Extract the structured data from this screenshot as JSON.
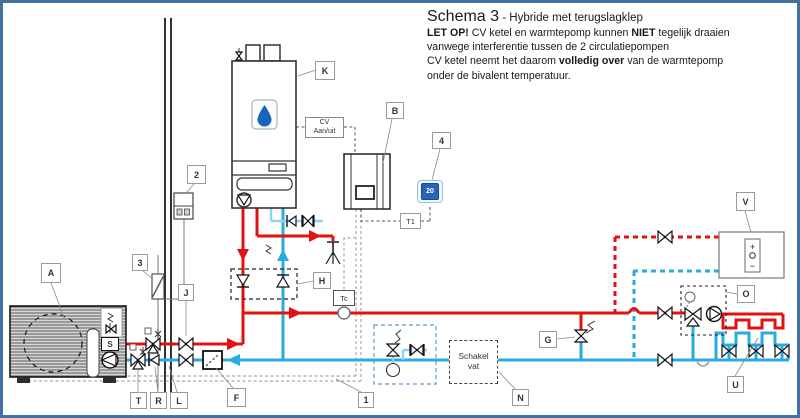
{
  "title": {
    "heading": "Schema 3",
    "subheading": " - Hybride met terugslagklep",
    "warning_bold_1": "LET OP!",
    "warning_text_1": " CV ketel en warmtepomp kunnen ",
    "warning_bold_2": "NIET",
    "warning_text_2": " tegelijk draaien",
    "line_2": "vanwege interferentie tussen de 2 circulatiepompen",
    "line_3_pre": "CV ketel neemt het daarom ",
    "line_3_bold": "volledig over",
    "line_3_post": " van de warmtepomp",
    "line_4": "onder de bivalent temperatuur."
  },
  "labels": {
    "A": "A",
    "B": "B",
    "F": "F",
    "G": "G",
    "H": "H",
    "J": "J",
    "K": "K",
    "L": "L",
    "N": "N",
    "O": "O",
    "R": "R",
    "S": "S",
    "T": "T",
    "U": "U",
    "V": "V",
    "n1": "1",
    "n2": "2",
    "n3": "3",
    "n4": "4",
    "T1": "T1",
    "Tc": "Tc"
  },
  "boxes": {
    "cv_switch_line1": "CV",
    "cv_switch_line2": "Aan/uit",
    "schakel_vat_line1": "Schakel",
    "schakel_vat_line2": "vat",
    "thermostat_value": "20"
  },
  "colors": {
    "supply_red": "#e01212",
    "return_blue": "#29abe2",
    "cold_water_blue": "#8ed3f0",
    "frame_blue": "#41719c",
    "thermostat_blue": "#2a63b8"
  }
}
